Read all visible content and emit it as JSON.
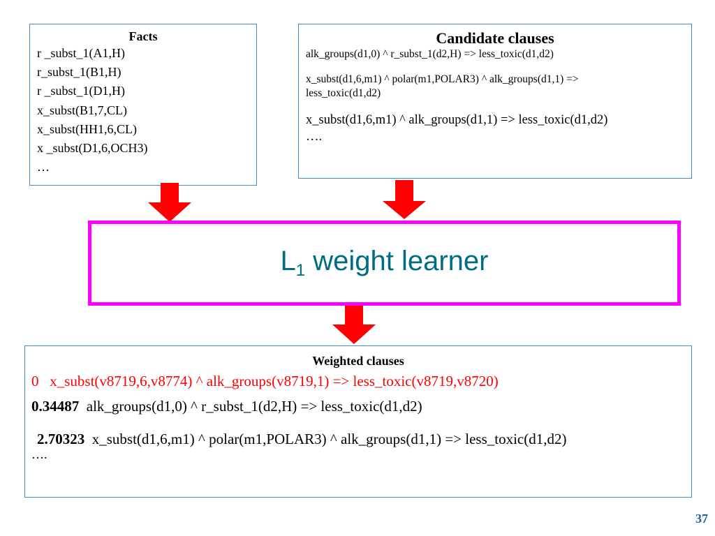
{
  "facts": {
    "title": "Facts",
    "lines": [
      "r _subst_1(A1,H)",
      "r_subst_1(B1,H)",
      "r _subst_1(D1,H)",
      "x_subst(B1,7,CL)",
      "x_subst(HH1,6,CL)",
      "x _subst(D1,6,OCH3)",
      "…"
    ]
  },
  "candidate_clauses": {
    "title": "Candidate clauses",
    "line1": "alk_groups(d1,0) ^ r_subst_1(d2,H) => less_toxic(d1,d2)",
    "line2a": "x_subst(d1,6,m1) ^ polar(m1,POLAR3) ^ alk_groups(d1,1) =>",
    "line2b": "less_toxic(d1,d2)",
    "line3": "x_subst(d1,6,m1) ^ alk_groups(d1,1) => less_toxic(d1,d2)",
    "ellipsis": "…."
  },
  "learner": {
    "label_prefix": "L",
    "label_subscript": "1",
    "label_suffix": " weight learner"
  },
  "weighted_clauses": {
    "title": "Weighted clauses",
    "items": [
      {
        "weight": "0",
        "clause": "x_subst(v8719,6,v8774) ^ alk_groups(v8719,1) => less_toxic(v8719,v8720)"
      },
      {
        "weight": "0.34487",
        "clause": "alk_groups(d1,0) ^ r_subst_1(d2,H) => less_toxic(d1,d2)"
      },
      {
        "weight": "2.70323",
        "clause": "x_subst(d1,6,m1) ^ polar(m1,POLAR3) ^ alk_groups(d1,1) => less_toxic(d1,d2)"
      }
    ],
    "ellipsis": "…."
  },
  "page_number": "37",
  "colors": {
    "box_border": "#3a8fc8",
    "arrow": "#ff0000",
    "learner_border": "#ff00ff",
    "learner_text": "#006c80",
    "highlight_text": "#ff0000",
    "page_number": "#1f5fa8"
  }
}
